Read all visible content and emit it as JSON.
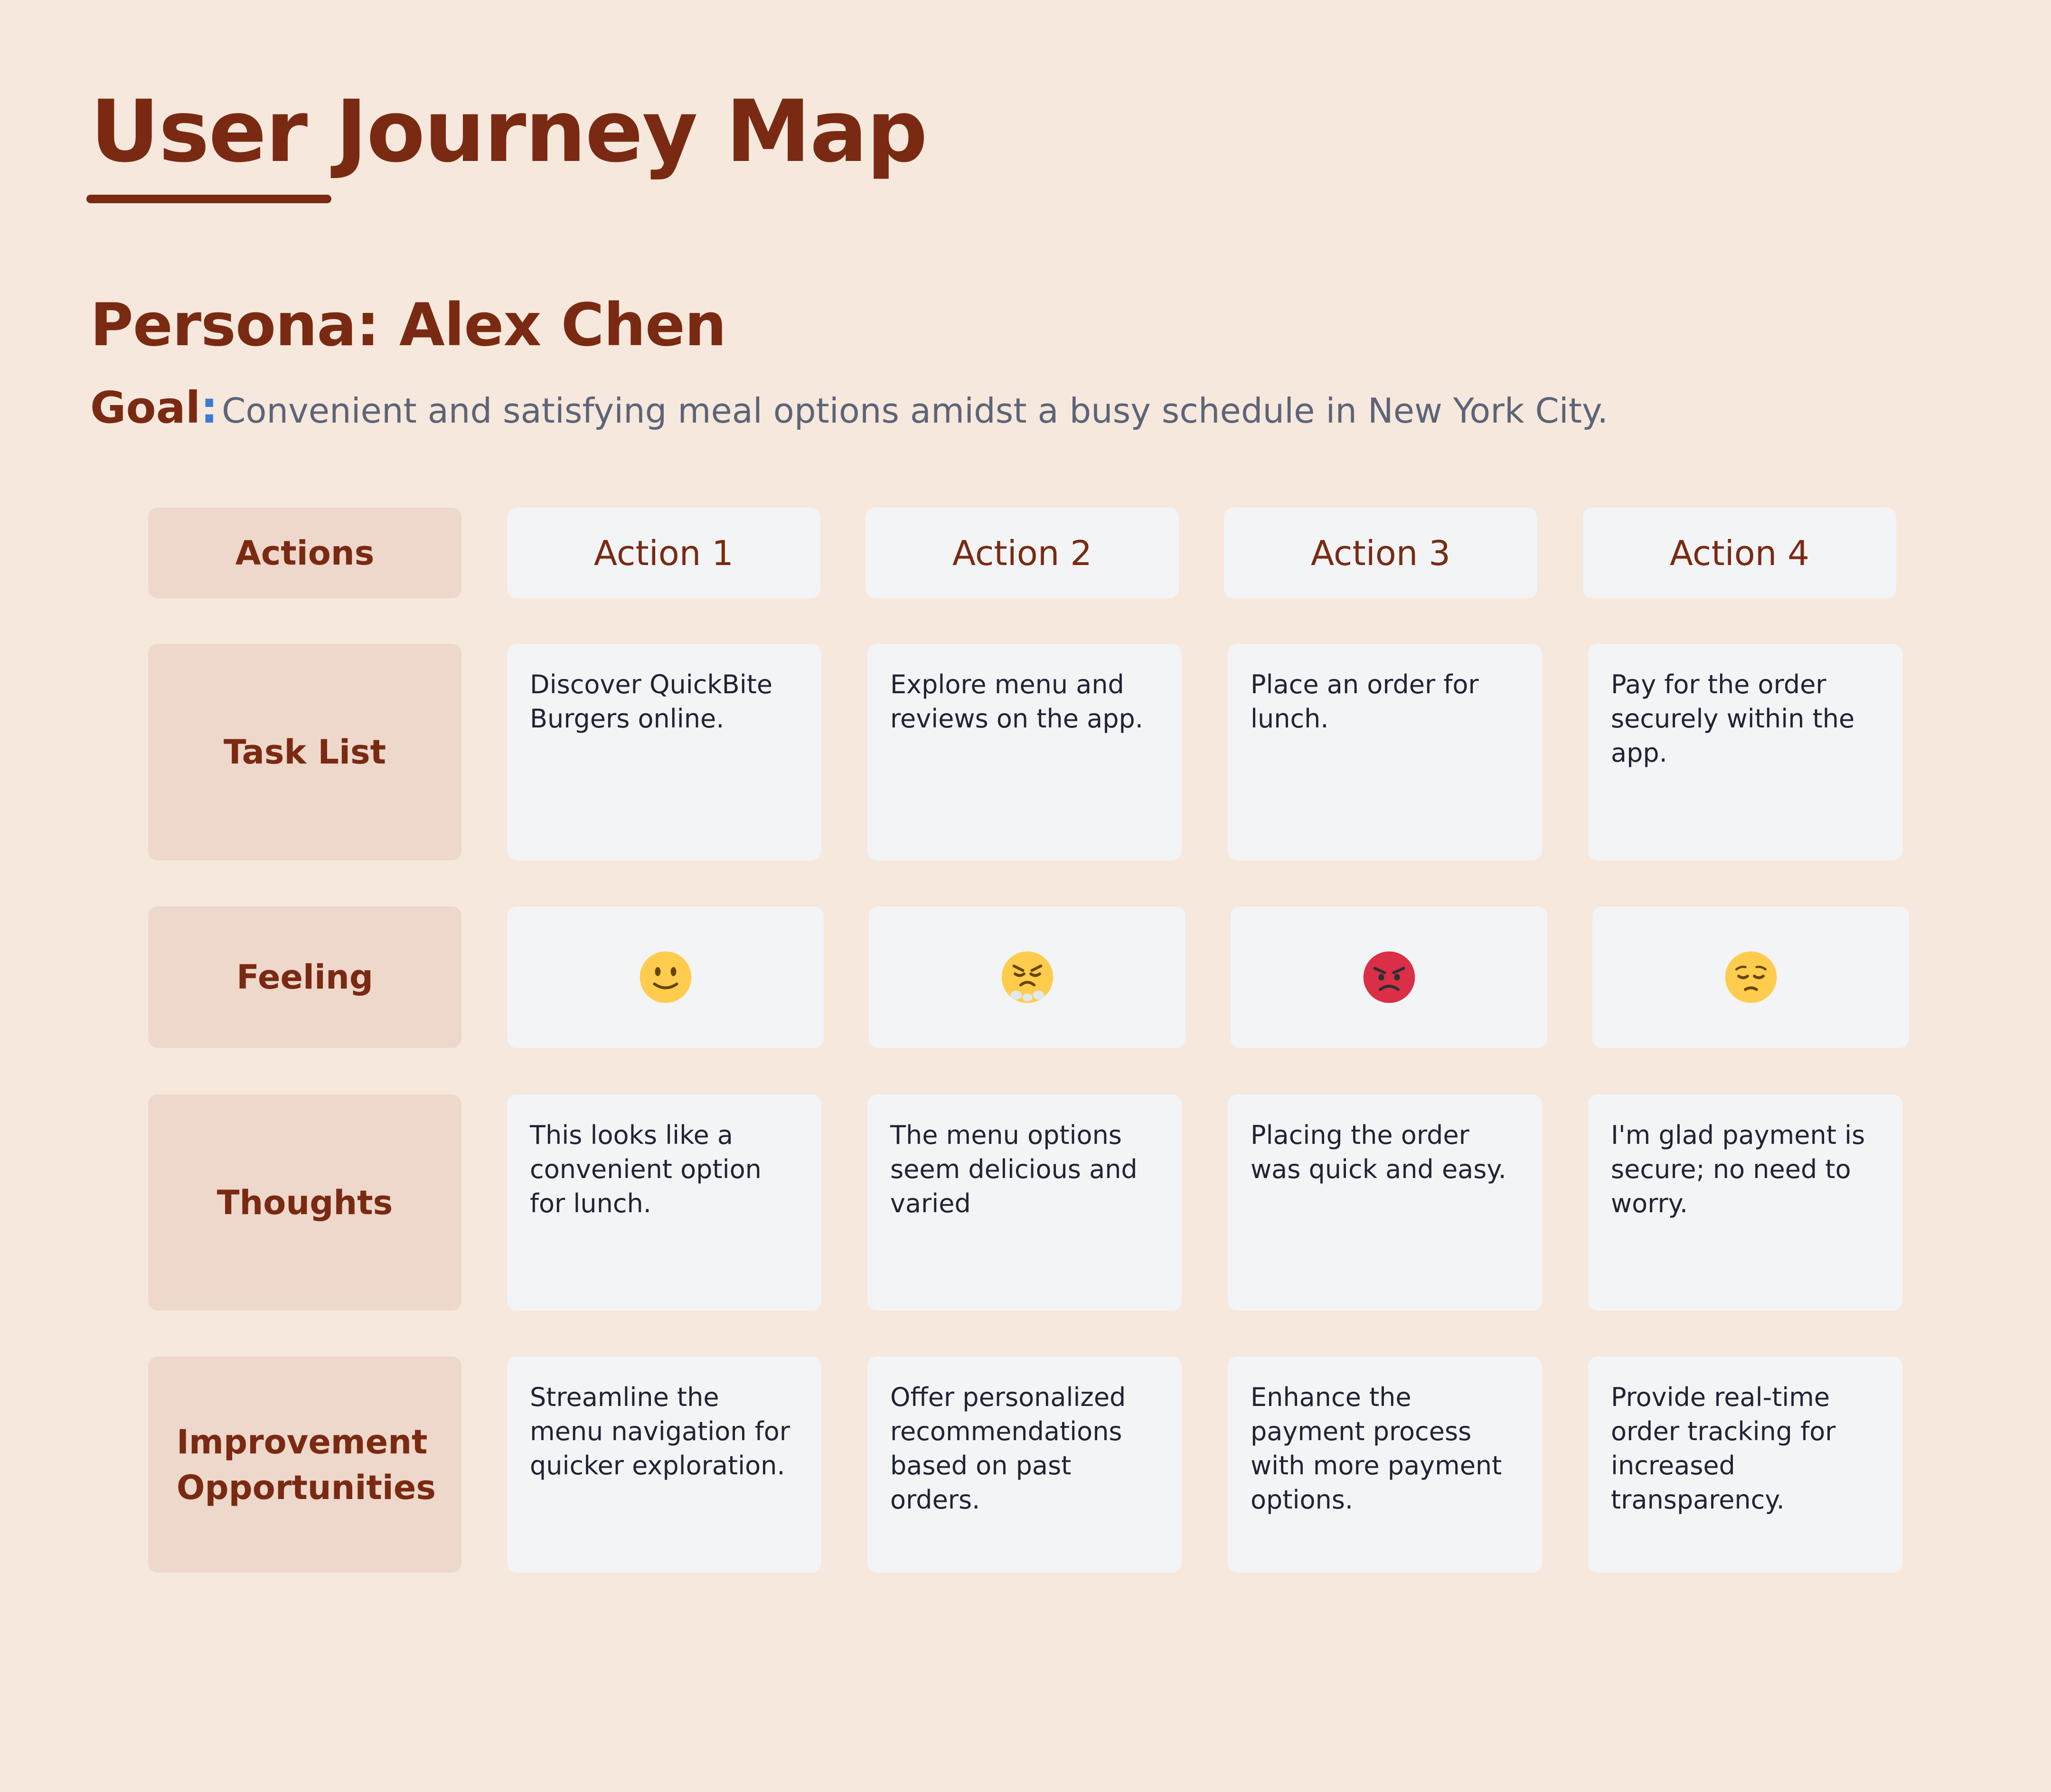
{
  "title": "User Journey Map",
  "persona": "Persona: Alex Chen",
  "goal": {
    "label": "Goal",
    "colon": ":",
    "text": "Convenient and satisfying meal options amidst a busy schedule in New York City."
  },
  "colors": {
    "background": "#f6e8dc",
    "accent": "#7a2a12",
    "label_cell": "#eed8cb",
    "content_cell": "#f3f4f6",
    "goal_text": "#5c6478",
    "goal_colon": "#3a7bd5"
  },
  "rows": {
    "actions": "Actions",
    "task_list": "Task List",
    "feeling": "Feeling",
    "thoughts": "Thoughts",
    "improvement": "Improvement\nOpportunities"
  },
  "actions": [
    "Action 1",
    "Action 2",
    "Action 3",
    "Action 4"
  ],
  "tasks": [
    " Discover QuickBite\nBurgers online.",
    "Explore menu and\nreviews on the app.",
    "Place an order for\nlunch.",
    " Pay for the order\nsecurely within the\napp."
  ],
  "feelings": [
    "slightly-smiling-face-icon",
    "face-with-steam-icon",
    "angry-face-icon",
    "pensive-face-icon"
  ],
  "thoughts": [
    "This looks like a\nconvenient option\nfor lunch.",
    "The menu options\nseem delicious and\nvaried",
    "Placing the order\nwas quick and easy.",
    "I'm glad payment is\nsecure; no need to\nworry."
  ],
  "improvements": [
    " Streamline the\nmenu navigation for\nquicker exploration.",
    "Offer personalized\nrecommendations\nbased on past orders.",
    " Enhance the\npayment process\nwith more payment\noptions.",
    "Provide real-time\norder tracking for\nincreased\ntransparency."
  ]
}
